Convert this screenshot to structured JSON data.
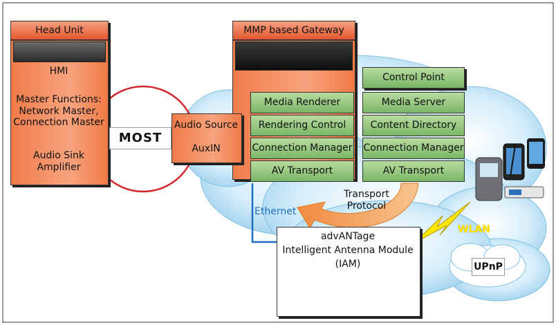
{
  "head_unit": {
    "title": "Head Unit",
    "hmi": "HMI",
    "master_functions": "Master Functions: Network Master, Connection Master",
    "audio_sink": "Audio Sink Amplifier"
  },
  "most_logo": "MOST",
  "gateway": {
    "title": "MMP based Gateway",
    "audio_source": "Audio Source",
    "auxin": "AuxIN",
    "stack": [
      "Media Renderer",
      "Rendering Control",
      "Connection Manager",
      "AV Transport"
    ]
  },
  "control_point": {
    "stack": [
      "Control Point",
      "Media Server",
      "Content Directory",
      "Connection Manager",
      "AV Transport"
    ]
  },
  "transport_protocol": "Transport Protocol",
  "ethernet": "Ethernet",
  "wlan": "WLAN",
  "iam": {
    "line1": "advANTage",
    "line2": "Intelligent Antenna Module",
    "line3": "(IAM)"
  },
  "upnp_logo": "UPnP",
  "colors": {
    "orange": "#e9602f",
    "green": "#8cc477",
    "cloud": "#bfe3f5",
    "ethernet_blue": "#1f6fc0",
    "wlan_yellow": "#ffe600",
    "most_red": "#d3262f"
  }
}
